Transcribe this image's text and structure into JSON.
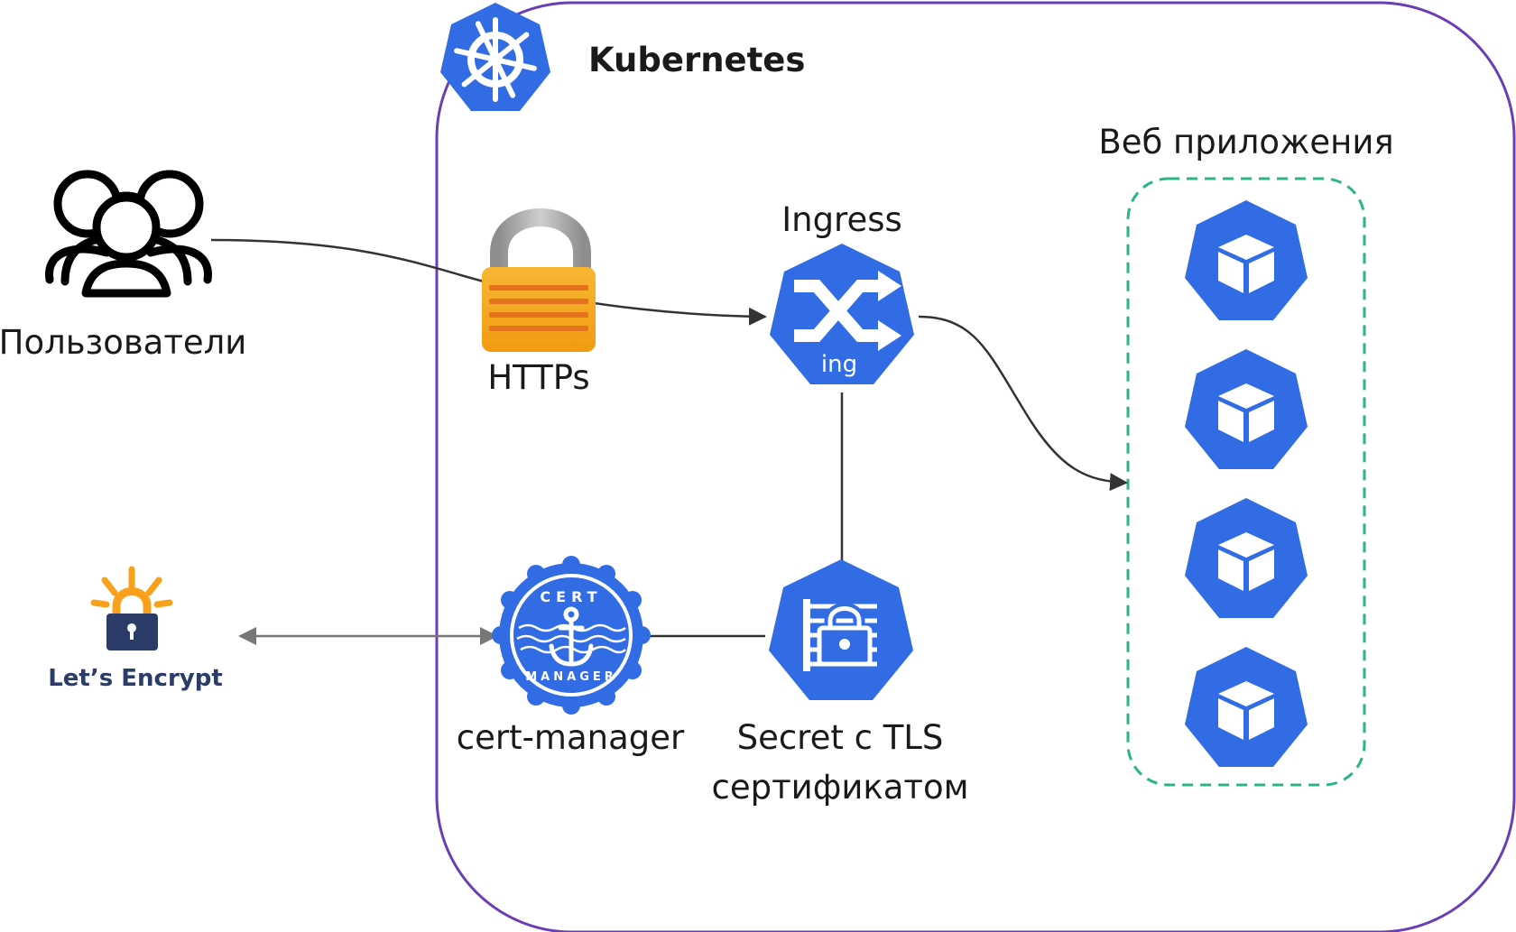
{
  "cluster": {
    "title": "Kubernetes"
  },
  "nodes": {
    "users": {
      "label": "Пользователи",
      "icon": "users-icon"
    },
    "https": {
      "label": "HTTPs",
      "icon": "padlock-icon"
    },
    "ingress": {
      "label": "Ingress",
      "badge": "ing",
      "icon": "ingress-icon"
    },
    "webapps": {
      "label": "Веб приложения",
      "count": 4,
      "icon": "pod-icon"
    },
    "letsencrypt": {
      "label": "Let’s Encrypt",
      "icon": "letsencrypt-icon"
    },
    "certmanager": {
      "label": "cert-manager",
      "badge_top": "CERT",
      "badge_bottom": "MANAGER",
      "icon": "cert-manager-icon"
    },
    "secret": {
      "label_line1": "Secret c TLS",
      "label_line2": "сертификатом",
      "icon": "secret-icon"
    }
  },
  "colors": {
    "k8s_blue": "#326ce5",
    "cluster_border": "#6a3fb5",
    "webapps_border": "#2bb38a",
    "lock_gold": "#f5a31a",
    "lock_stripe": "#e5731d",
    "lock_shackle": "#a9a9a9",
    "le_navy": "#2c3c69",
    "le_orange": "#f9a11b",
    "line_dark": "#333333",
    "line_grey": "#777777"
  }
}
